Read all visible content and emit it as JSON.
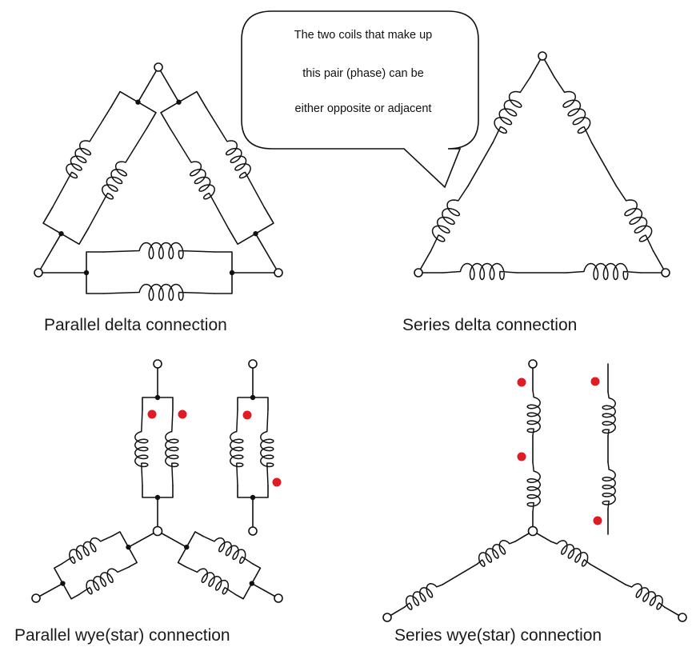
{
  "captions": {
    "parallel_delta": "Parallel delta connection",
    "series_delta": "Series delta connection",
    "parallel_wye": "Parallel wye(star) connection",
    "series_wye": "Series wye(star) connection"
  },
  "callout": {
    "line1": "The two coils that make up",
    "line2": "this pair (phase) can be",
    "line3": "either opposite or adjacent"
  },
  "colors": {
    "wire": "#111111",
    "polarity_dot": "#e01b24"
  }
}
